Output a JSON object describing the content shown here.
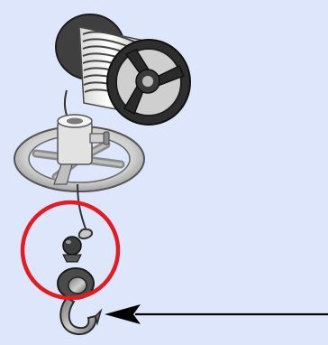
{
  "figure": {
    "background": "#dde6fb",
    "parts": {
      "spool": "cable-spool",
      "pulley": "pulley-wheel",
      "sinker": "sinker-weight",
      "hook": "fishing-hook"
    },
    "callouts": {
      "circle": {
        "shape": "circle",
        "color": "#e31b23"
      },
      "pointer": {
        "shape": "arrow",
        "color": "#000000",
        "points_to": "fishing-hook"
      }
    }
  }
}
